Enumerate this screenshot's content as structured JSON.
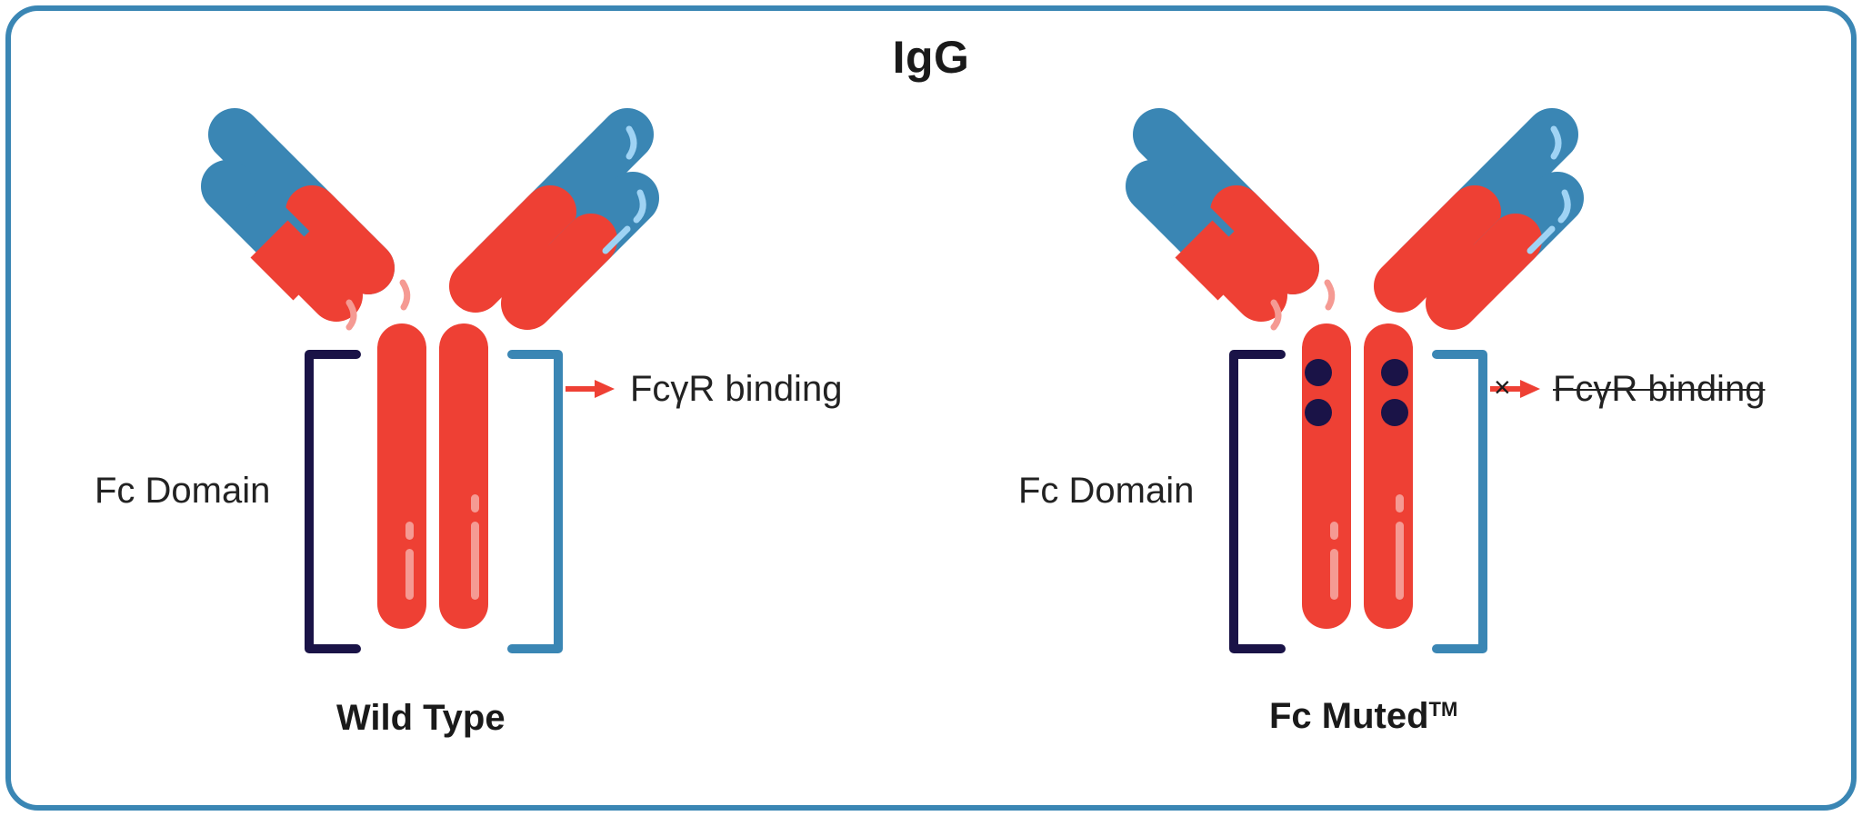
{
  "title": "IgG",
  "panels": [
    {
      "variant_label": "Wild Type",
      "fc_domain_label": "Fc Domain",
      "binding_label": "FcγR binding",
      "binding_blocked": false
    },
    {
      "variant_label": "Fc Muted",
      "trademark": "TM",
      "fc_domain_label": "Fc Domain",
      "binding_label": "FcγR binding",
      "binding_blocked": true,
      "blocked_symbol": "×"
    }
  ],
  "colors": {
    "frame": "#3a86b4",
    "variable_region": "#3a86b4",
    "constant_region": "#ee4034",
    "highlight_blue": "#9fd3f4",
    "highlight_red": "#f59a93",
    "bracket_dark": "#1a1347",
    "bracket_blue": "#3a86b4",
    "arrow": "#ee4034",
    "mutation_dot": "#1a1347"
  },
  "icons": {
    "blocked": "cross-icon",
    "binding": "arrow-right-icon"
  }
}
